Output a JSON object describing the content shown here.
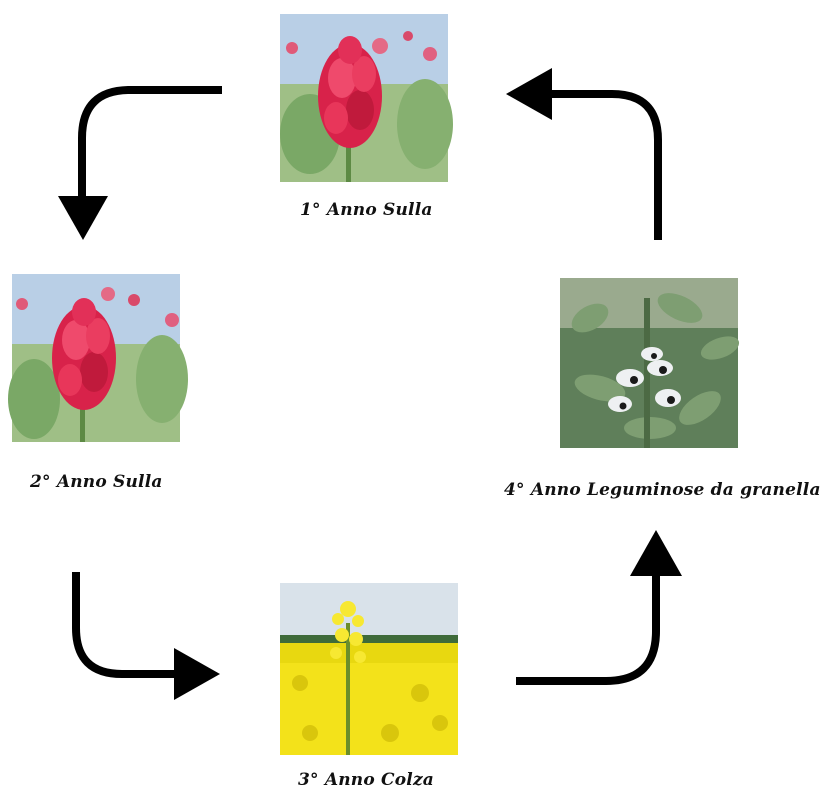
{
  "diagram": {
    "stages": [
      {
        "caption": "1° Anno Sulla",
        "image": "sulla-flower"
      },
      {
        "caption": "2° Anno Sulla",
        "image": "sulla-flower"
      },
      {
        "caption": "3° Anno Colza",
        "image": "rapeseed-field"
      },
      {
        "caption": "4° Anno Leguminose da granella",
        "image": "faba-bean-flowers"
      }
    ],
    "colors": {
      "arrow": "#000000",
      "sulla": "#d8224a",
      "colza": "#f3e21a",
      "bean_leaf": "#5f7f5a"
    }
  }
}
